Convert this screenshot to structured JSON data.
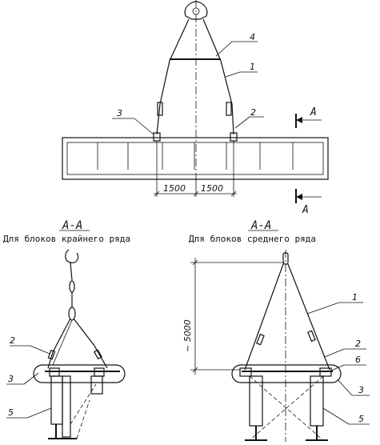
{
  "top_view": {
    "callouts": [
      "1",
      "2",
      "3",
      "4"
    ],
    "dim_left": "1500",
    "dim_right": "1500",
    "section_mark": "A"
  },
  "section_left": {
    "title": "А-А",
    "caption": "Для блоков крайнего ряда",
    "callouts": [
      "2",
      "3",
      "5"
    ]
  },
  "section_right": {
    "title": "А-А",
    "caption": "Для блоков среднего ряда",
    "dim_height": "~ 5000",
    "callouts": [
      "1",
      "2",
      "6",
      "3",
      "5"
    ]
  }
}
